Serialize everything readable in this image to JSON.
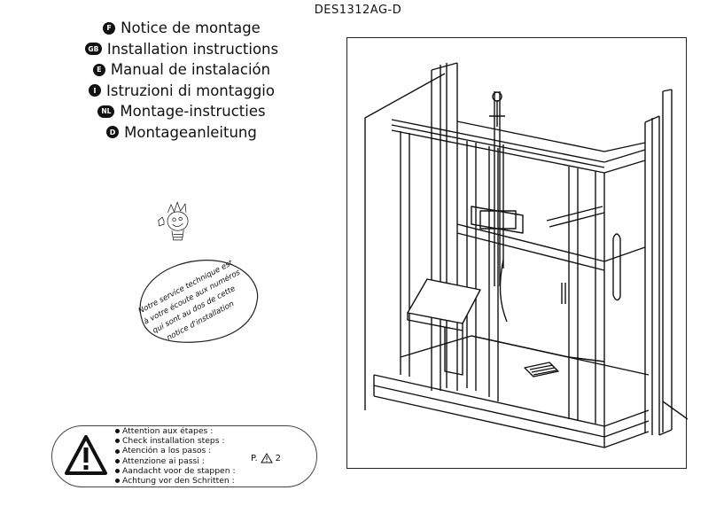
{
  "header": {
    "doc_code": "DES1312AG-D"
  },
  "languages": [
    {
      "badge": "F",
      "label": "Notice de montage"
    },
    {
      "badge": "GB",
      "label": "Installation instructions"
    },
    {
      "badge": "E",
      "label": "Manual de instalación"
    },
    {
      "badge": "I",
      "label": "Istruzioni di montaggio"
    },
    {
      "badge": "NL",
      "label": "Montage-instructies"
    },
    {
      "badge": "D",
      "label": "Montageanleitung"
    }
  ],
  "service_note": {
    "lines": [
      "Notre service technique est",
      "à votre écoute aux numéros",
      "qui sont au dos de cette",
      "notice d'installation"
    ]
  },
  "warning": {
    "icon": "warning-triangle-icon",
    "steps": [
      "Attention aux étapes :",
      "Check installation steps :",
      "Atención a los pasos :",
      "Attenzione ai passi :",
      "Aandacht voor de stappen :",
      "Achtung vor den Schritten :"
    ],
    "page_ref_prefix": "P.",
    "page_ref_num": "2"
  }
}
